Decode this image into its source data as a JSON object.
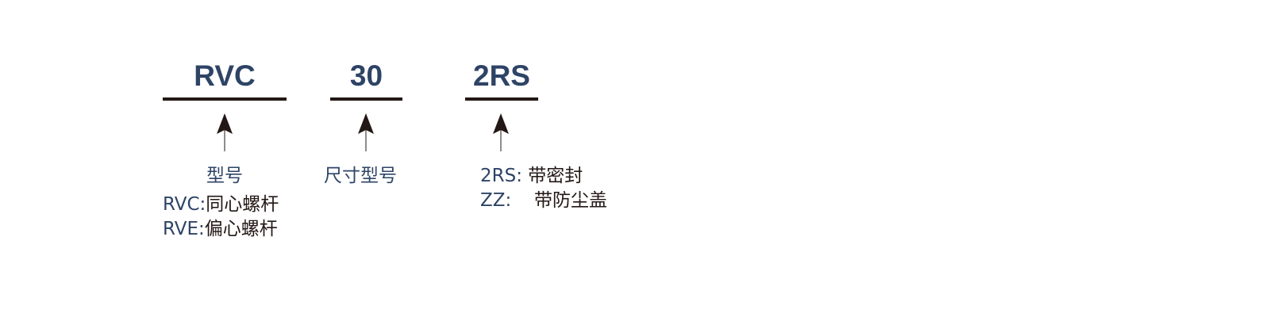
{
  "colors": {
    "code": "#2e4466",
    "line": "#231815",
    "description": "#231815"
  },
  "segments": [
    {
      "code": "RVC",
      "label": "型号",
      "options": [
        {
          "key": "RVC:",
          "value": "同心螺杆"
        },
        {
          "key": "RVE:",
          "value": "偏心螺杆"
        }
      ]
    },
    {
      "code": "30",
      "label": "尺寸型号"
    },
    {
      "code": "2RS",
      "options": [
        {
          "key": "2RS:",
          "value": "带密封"
        },
        {
          "key": "ZZ:",
          "value": "带防尘盖"
        }
      ]
    }
  ]
}
